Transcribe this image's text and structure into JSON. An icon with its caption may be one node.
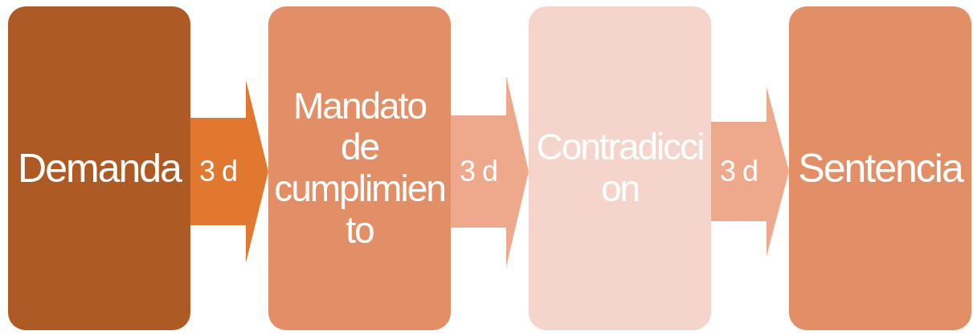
{
  "diagram": {
    "nodes": [
      {
        "text": [
          "Demanda"
        ]
      },
      {
        "text": [
          "Mandato de cumplimiento"
        ]
      },
      {
        "text": [
          "Contradiccion"
        ]
      },
      {
        "text": [
          "Sentencia"
        ]
      }
    ],
    "edges": [
      {
        "from": 0,
        "to": 1,
        "arrow": "to",
        "label": "3 d",
        "color": "#e07830"
      },
      {
        "from": 1,
        "to": 2,
        "arrow": "to",
        "label": "3 d"
      },
      {
        "from": 2,
        "to": 3,
        "arrow": "to",
        "label": "3 d"
      }
    ]
  }
}
